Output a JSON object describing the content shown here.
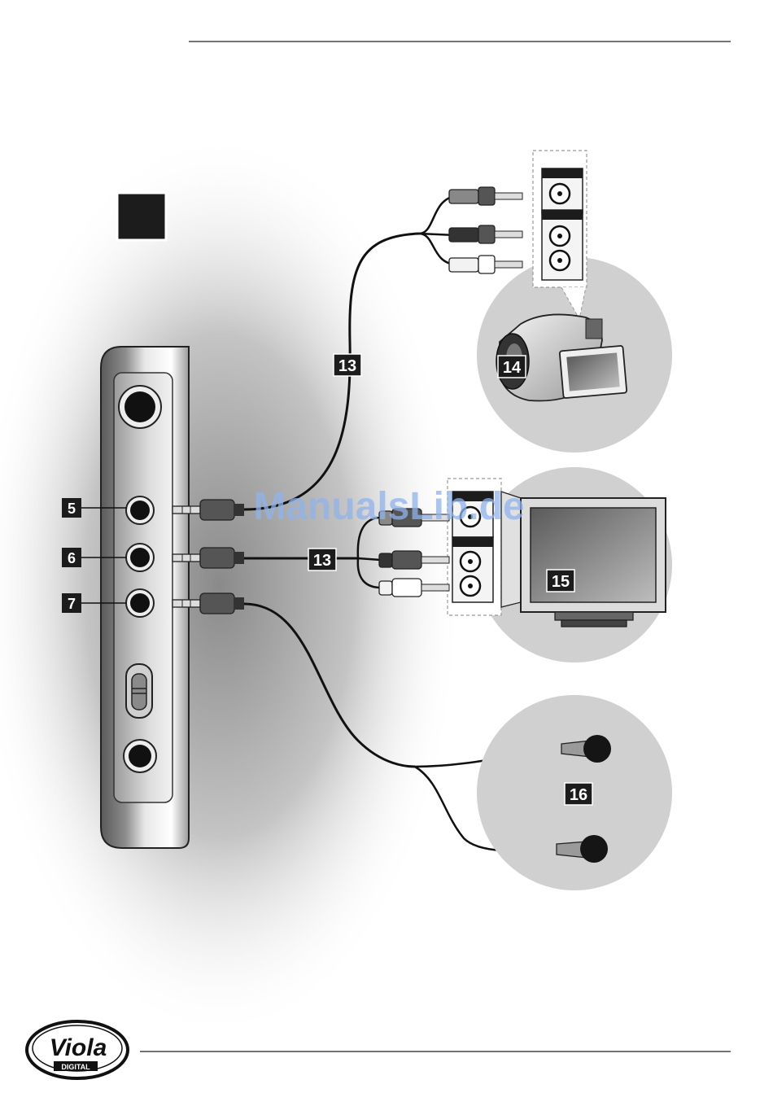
{
  "callouts": {
    "jack_top": "5",
    "jack_mid": "6",
    "jack_bottom": "7",
    "cable_camcorder": "13",
    "cable_tv": "13",
    "camcorder": "14",
    "tv": "15",
    "headphones": "16"
  },
  "watermark": "ManualsLib.de",
  "logo": {
    "brand": "Viola",
    "sub": "DIGITAL"
  }
}
